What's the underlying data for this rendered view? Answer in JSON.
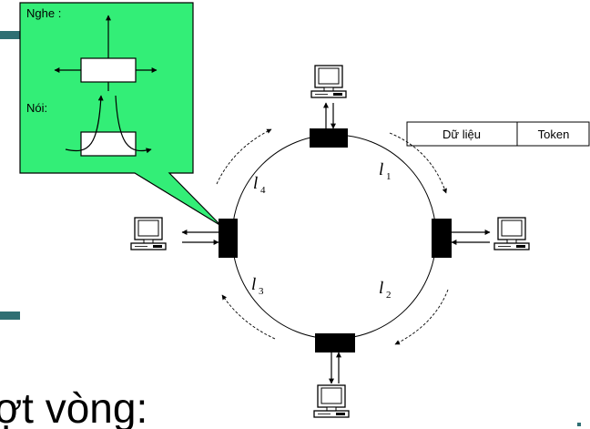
{
  "callout": {
    "listen_label": "Nghe :",
    "talk_label": "Nói:",
    "background_color": "#33ee77"
  },
  "frame": {
    "data_label": "Dữ liệu",
    "token_label": "Token"
  },
  "links": [
    {
      "name": "l",
      "sub": "1"
    },
    {
      "name": "l",
      "sub": "2"
    },
    {
      "name": "l",
      "sub": "3"
    },
    {
      "name": "l",
      "sub": "4"
    }
  ],
  "slide": {
    "title_fragment": "ợt vòng:",
    "bullet_color": "#2f6f73"
  },
  "icons": [
    "computer-icon",
    "ring-interface-icon",
    "direction-arrow-icon"
  ]
}
